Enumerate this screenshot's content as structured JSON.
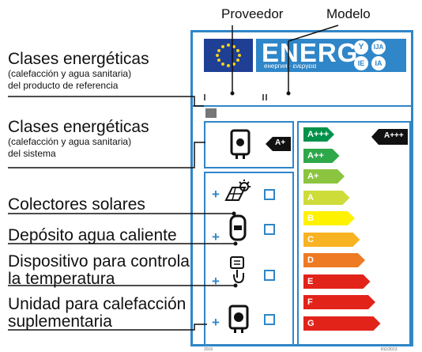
{
  "top_labels": {
    "supplier": "Proveedor",
    "model": "Modelo"
  },
  "callouts": [
    {
      "title": "Clases energéticas",
      "subtitle_1": "(calefacción y agua sanitaria)",
      "subtitle_2": "del producto de referencia"
    },
    {
      "title": "Clases energéticas",
      "subtitle_1": "(calefacción y agua sanitaria)",
      "subtitle_2": "del sistema"
    },
    {
      "title": "Colectores solares"
    },
    {
      "title": "Depósito agua caliente"
    },
    {
      "title_1": "Dispositivo para controlar",
      "title_2": "la temperatura"
    },
    {
      "title_1": "Unidad para calefacción",
      "title_2": "suplementaria"
    }
  ],
  "label": {
    "energy_word": "ENERG",
    "energy_sub": "енергия · ενεργεια",
    "lang_badges": [
      "Y",
      "IJA",
      "IE",
      "IA"
    ],
    "product_class": "A+",
    "system_class": "A+++",
    "scale_classes": [
      "A+++",
      "A++",
      "A+",
      "A",
      "B",
      "C",
      "D",
      "E",
      "F",
      "G"
    ],
    "footer_left": "2015",
    "footer_right": "811/2013",
    "plus_symbol": "+"
  },
  "colors": {
    "frame_blue": "#2f86c8",
    "eu_blue": "#1f3f95",
    "eu_star": "#f4d21a",
    "scale": [
      "#00924a",
      "#2ea84a",
      "#8bc53f",
      "#cddc39",
      "#fff200",
      "#f8b323",
      "#ee7a24",
      "#e2231a",
      "#e2231a",
      "#e2231a"
    ]
  }
}
